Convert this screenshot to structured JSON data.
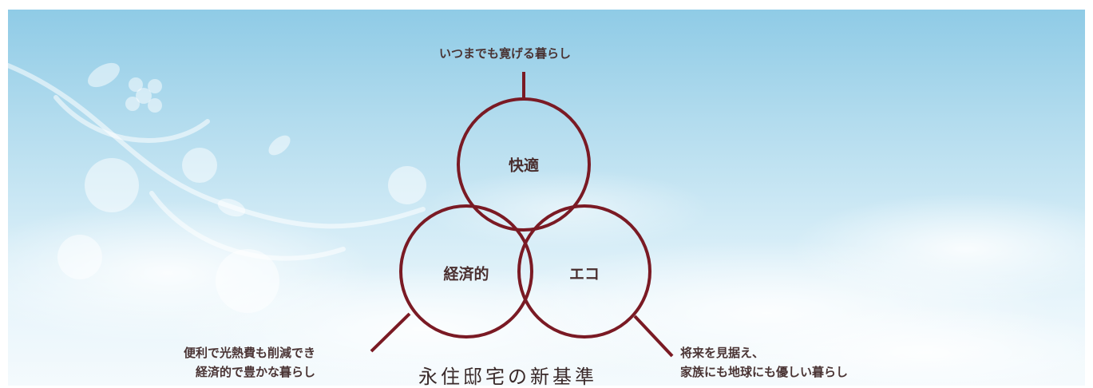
{
  "diagram": {
    "top_caption": "いつまでも寛げる暮らし",
    "circles": {
      "top": "快適",
      "left": "経済的",
      "right": "エコ"
    },
    "left_caption": [
      "便利で光熱費も削減でき",
      "経済的で豊かな暮らし"
    ],
    "right_caption": [
      "将来を見据え、",
      "家族にも地球にも優しい暮らし"
    ],
    "bottom_title": "永住邸宅の新基準"
  },
  "colors": {
    "ring": "#7a1a24",
    "sky_top": "#8fcbe6",
    "sky_bottom": "#f4fafd"
  }
}
